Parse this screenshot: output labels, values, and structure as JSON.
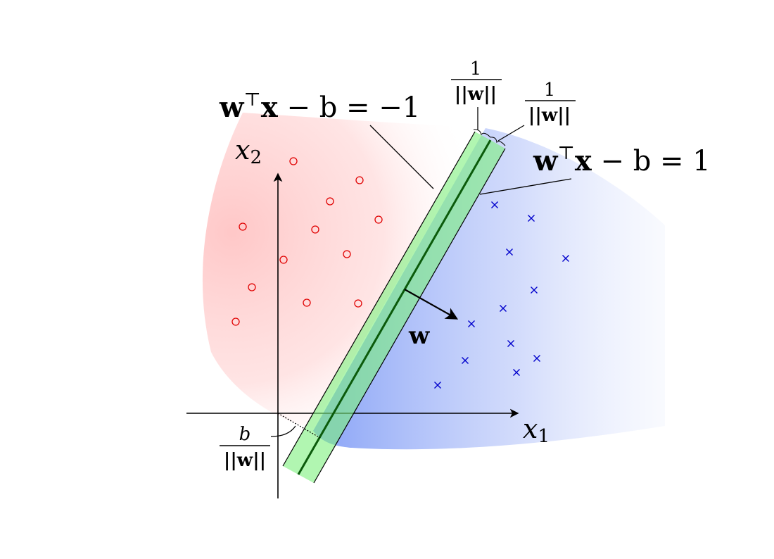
{
  "axes": {
    "x_label_var": "x",
    "x_label_sub": "1",
    "y_label_var": "x",
    "y_label_sub": "2"
  },
  "vector": {
    "label": "w"
  },
  "equations": {
    "lower_margin": {
      "w": "w",
      "sup": "⊤",
      "x": "x",
      "rest": " − b = −1"
    },
    "upper_margin": {
      "w": "w",
      "sup": "⊤",
      "x": "x",
      "rest": " − b = 1"
    }
  },
  "fractions": {
    "margin_width_left": {
      "numerator": "1",
      "denominator": "||w||"
    },
    "margin_width_right": {
      "numerator": "1",
      "denominator": "||w||"
    },
    "offset": {
      "numerator": "b",
      "denominator": "||w||"
    }
  },
  "markers": {
    "class_circle": "○",
    "class_cross": "×"
  },
  "colors": {
    "circle_class": "#e00000",
    "cross_class": "#0000cc",
    "margin_band": "#7df07d",
    "red_region": "#ff9a9a",
    "blue_region": "#6f8ff5"
  }
}
